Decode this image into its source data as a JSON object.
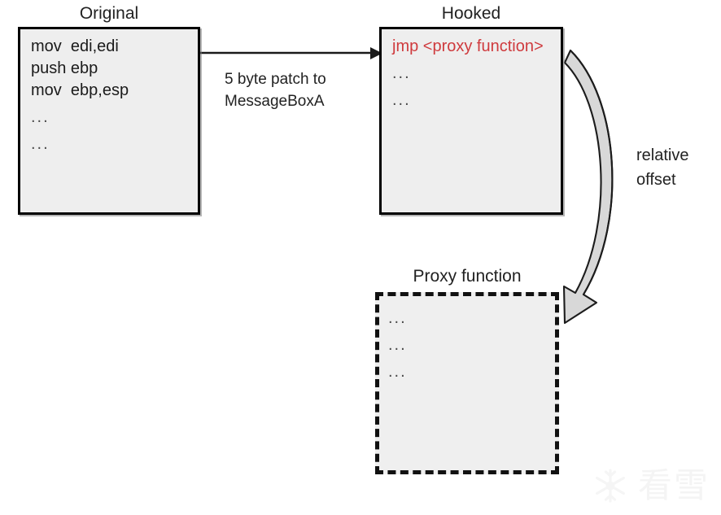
{
  "diagram": {
    "title_original": "Original",
    "title_hooked": "Hooked",
    "title_proxy": "Proxy function",
    "original_lines": [
      "mov  edi,edi",
      "push ebp",
      "mov  ebp,esp",
      "...",
      "..."
    ],
    "hooked_lines": [
      "jmp <proxy function>",
      "...",
      "..."
    ],
    "proxy_lines": [
      "...",
      "...",
      "..."
    ],
    "patch_label_line1": "5 byte patch to",
    "patch_label_line2": "MessageBoxA",
    "offset_label_line1": "relative",
    "offset_label_line2": "offset",
    "accent_red": "#cf3b3e",
    "box_fill": "#eeeeee",
    "border_color": "#000000"
  },
  "watermark": {
    "text": "看雪",
    "logo": "snowflake-icon"
  }
}
